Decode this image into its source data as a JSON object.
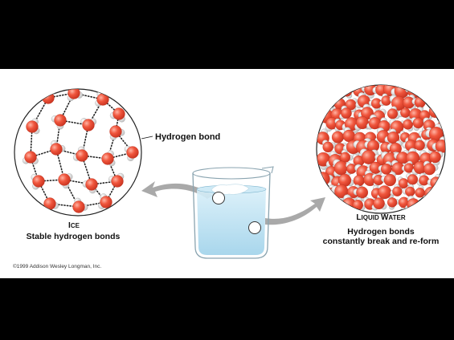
{
  "diagram": {
    "hydrogen_bond_label": "Hydrogen bond",
    "ice": {
      "title_initial": "I",
      "title_rest": "CE",
      "subtitle": "Stable hydrogen bonds"
    },
    "liquid": {
      "title_initial": "L",
      "title_rest": "IQUID ",
      "title_initial2": "W",
      "title_rest2": "ATER",
      "subtitle_line1": "Hydrogen bonds",
      "subtitle_line2": "constantly break and re-form"
    },
    "copyright": "©1999 Addison Wesley Longman, Inc."
  },
  "colors": {
    "oxygen": "#e8412b",
    "oxygen_highlight": "#ff9c84",
    "hydrogen": "#dcdcdc",
    "water": "#bfe3f2",
    "arrow": "#a9a9a9",
    "background": "#000000",
    "panel": "#ffffff"
  }
}
